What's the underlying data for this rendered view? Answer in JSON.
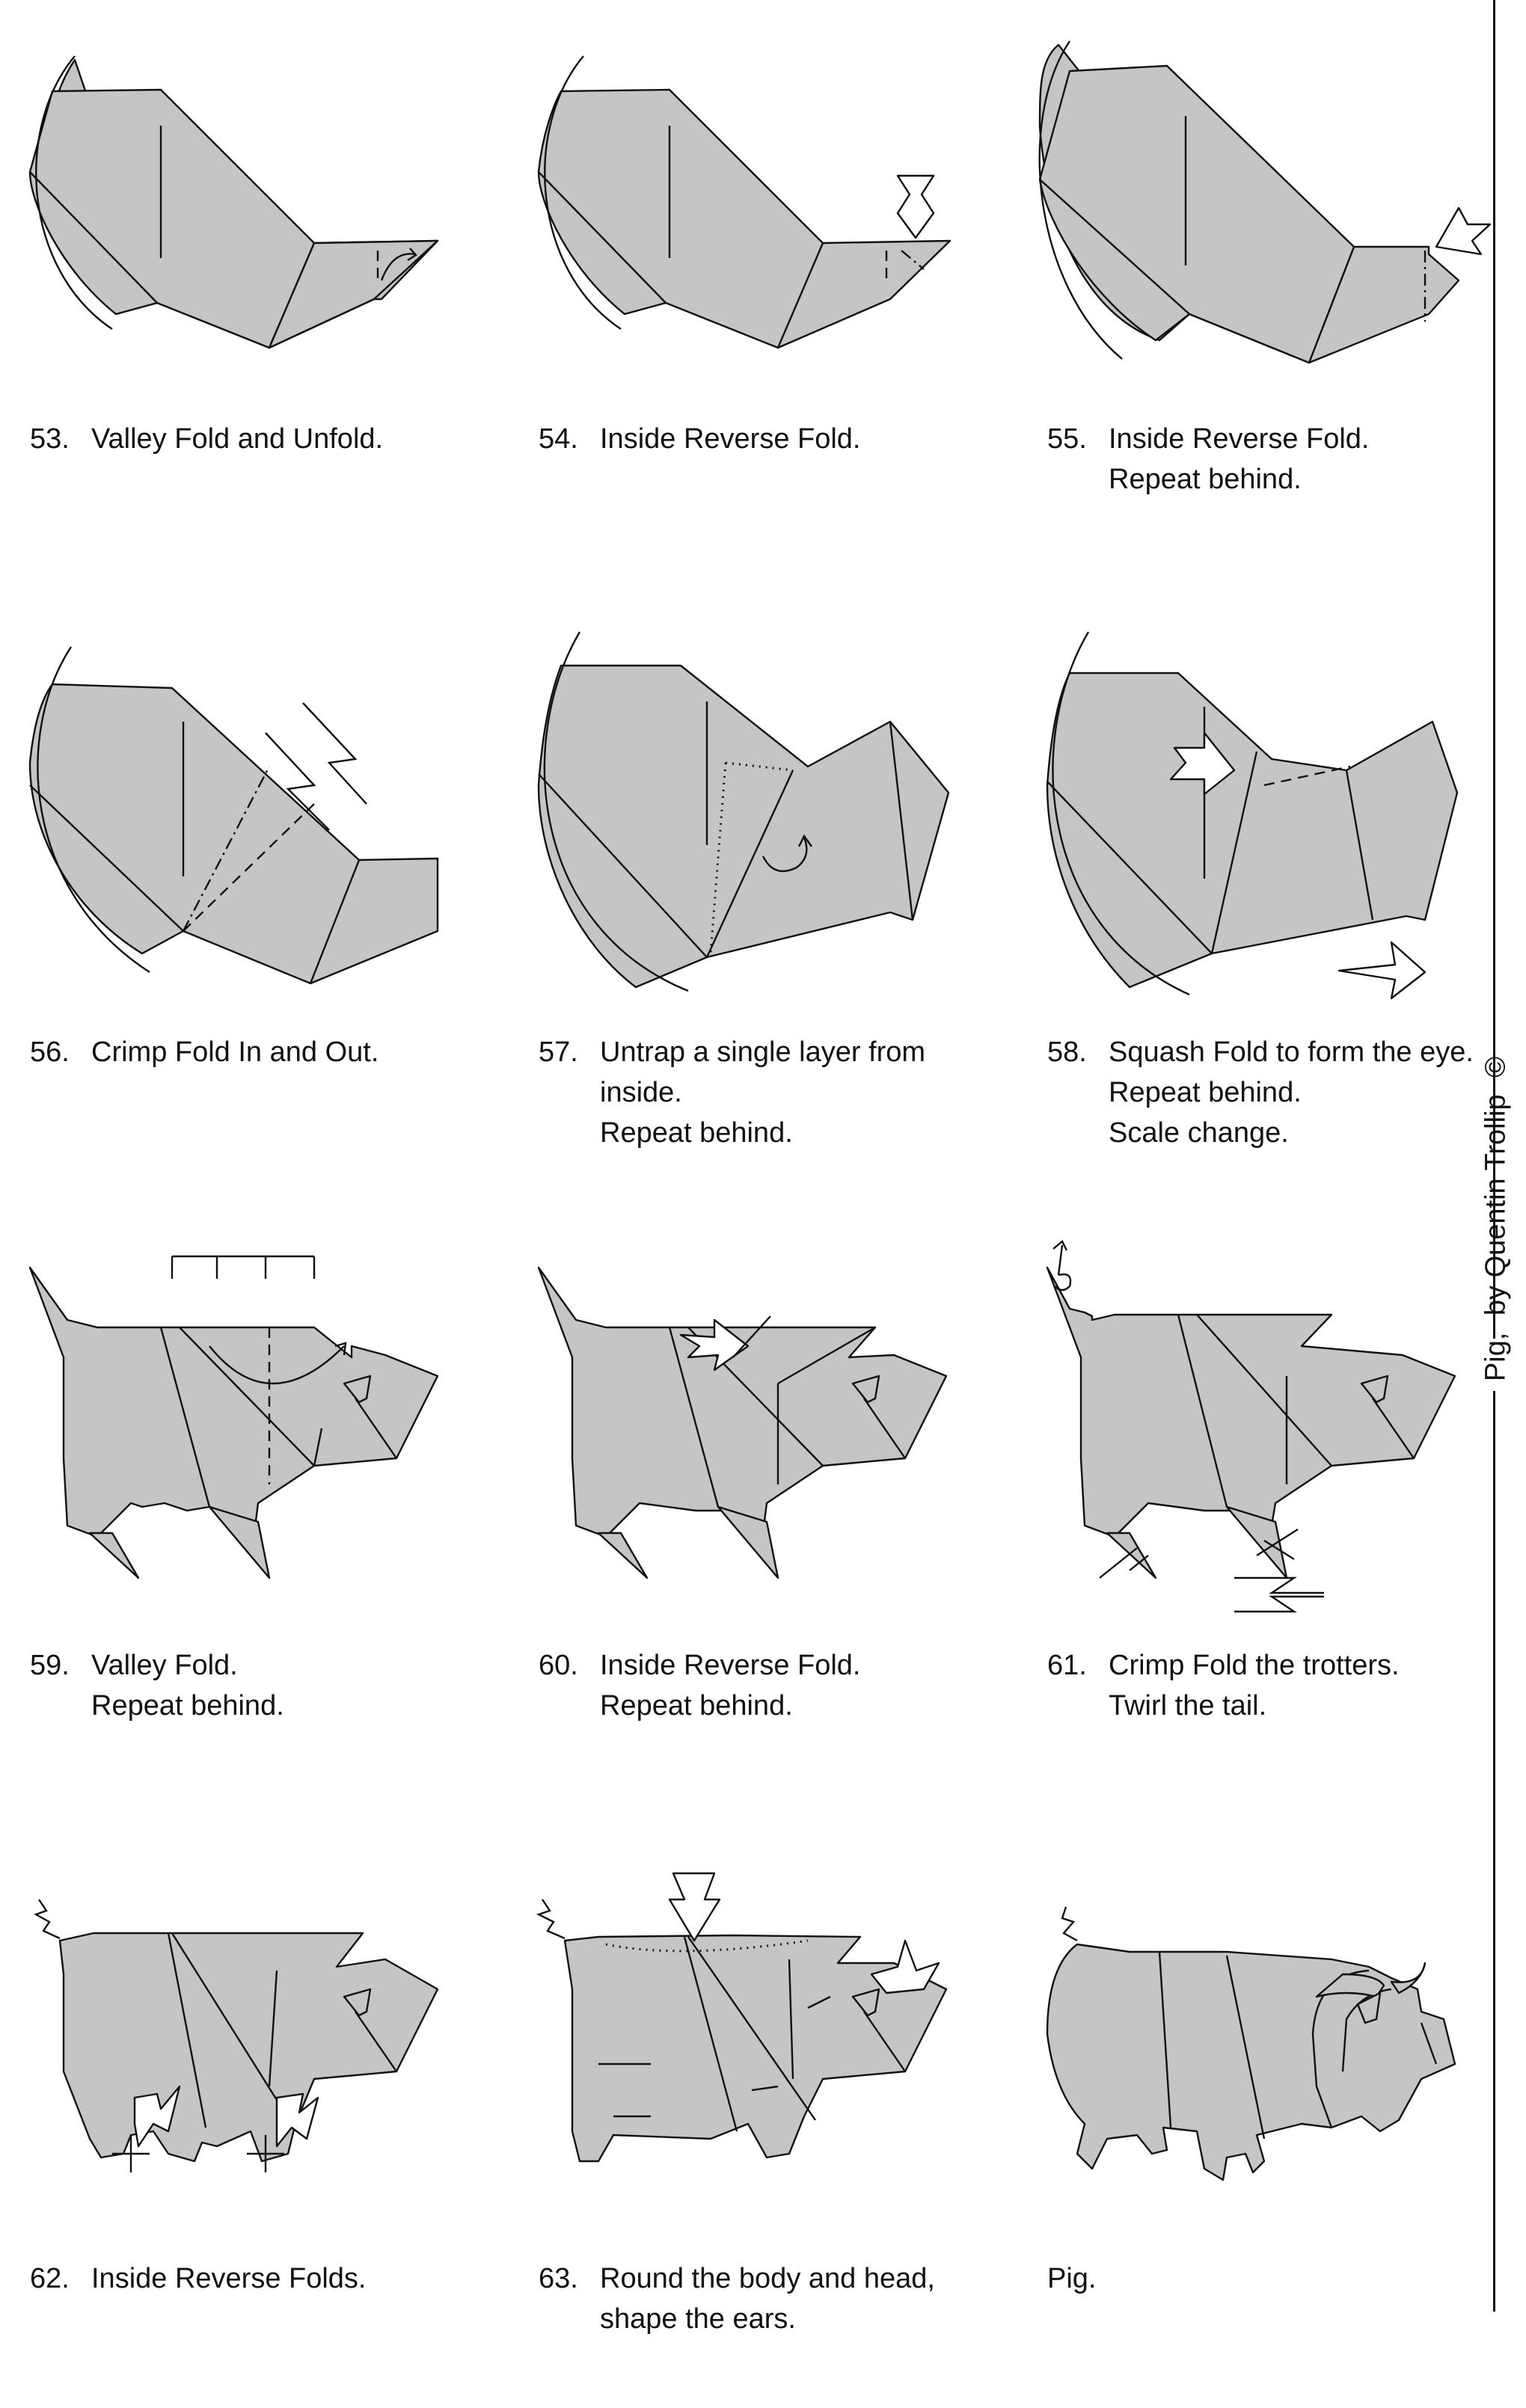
{
  "author": {
    "model": "Pig,",
    "by_line": "by Quentin Trollip",
    "copyright_symbol": "©"
  },
  "steps": [
    {
      "number": "53.",
      "lines": [
        "Valley Fold and Unfold."
      ]
    },
    {
      "number": "54.",
      "lines": [
        "Inside Reverse Fold."
      ]
    },
    {
      "number": "55.",
      "lines": [
        "Inside Reverse Fold.",
        "Repeat behind."
      ]
    },
    {
      "number": "56.",
      "lines": [
        "Crimp Fold In and Out."
      ]
    },
    {
      "number": "57.",
      "lines": [
        "Untrap a single layer from",
        "inside.",
        "Repeat behind."
      ]
    },
    {
      "number": "58.",
      "lines": [
        "Squash Fold to form the eye.",
        "Repeat behind.",
        "Scale change."
      ]
    },
    {
      "number": "59.",
      "lines": [
        "Valley Fold.",
        "Repeat behind."
      ]
    },
    {
      "number": "60.",
      "lines": [
        "Inside Reverse Fold.",
        "Repeat behind."
      ]
    },
    {
      "number": "61.",
      "lines": [
        "Crimp Fold the trotters.",
        "Twirl the tail."
      ]
    },
    {
      "number": "62.",
      "lines": [
        "Inside Reverse Folds."
      ]
    },
    {
      "number": "63.",
      "lines": [
        "Round the body and head,",
        "shape the ears."
      ]
    },
    {
      "number": "",
      "lines": [
        "Pig."
      ]
    }
  ],
  "colors": {
    "paper": "#c5c5c5",
    "line": "#111111",
    "background": "#ffffff"
  }
}
